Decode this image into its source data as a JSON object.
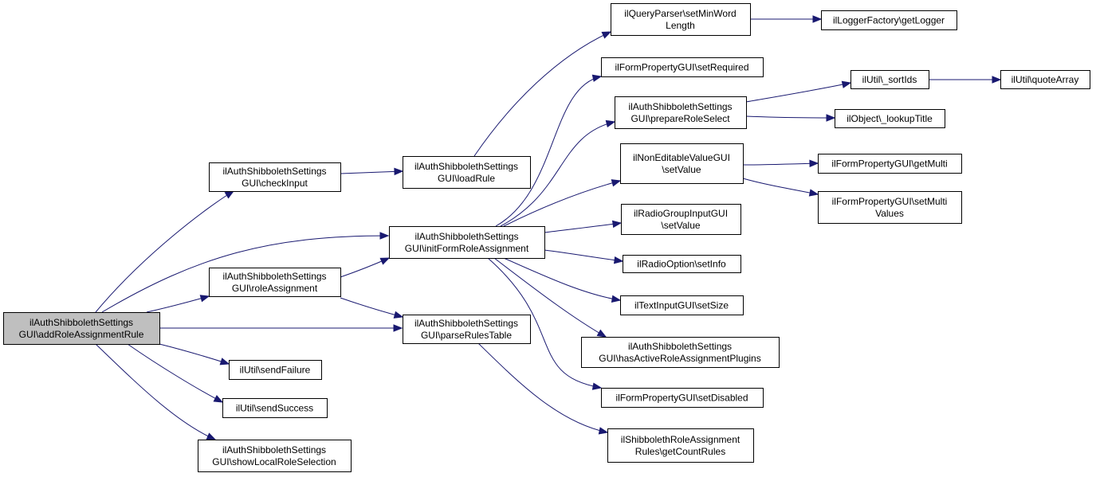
{
  "diagram": {
    "nodes": [
      {
        "id": "root",
        "lines": [
          "ilAuthShibbolethSettings",
          "GUI\\addRoleAssignmentRule"
        ],
        "highlight": true
      },
      {
        "id": "checkInput",
        "lines": [
          "ilAuthShibbolethSettings",
          "GUI\\checkInput"
        ]
      },
      {
        "id": "roleAssignment",
        "lines": [
          "ilAuthShibbolethSettings",
          "GUI\\roleAssignment"
        ]
      },
      {
        "id": "sendFailure",
        "lines": [
          "ilUtil\\sendFailure"
        ]
      },
      {
        "id": "sendSuccess",
        "lines": [
          "ilUtil\\sendSuccess"
        ]
      },
      {
        "id": "showLocalRoleSelection",
        "lines": [
          "ilAuthShibbolethSettings",
          "GUI\\showLocalRoleSelection"
        ]
      },
      {
        "id": "loadRule",
        "lines": [
          "ilAuthShibbolethSettings",
          "GUI\\loadRule"
        ]
      },
      {
        "id": "initFormRoleAssignment",
        "lines": [
          "ilAuthShibbolethSettings",
          "GUI\\initFormRoleAssignment"
        ]
      },
      {
        "id": "parseRulesTable",
        "lines": [
          "ilAuthShibbolethSettings",
          "GUI\\parseRulesTable"
        ]
      },
      {
        "id": "setMinWordLength",
        "lines": [
          "ilQueryParser\\setMinWord",
          "Length"
        ]
      },
      {
        "id": "setRequired",
        "lines": [
          "ilFormPropertyGUI\\setRequired"
        ]
      },
      {
        "id": "prepareRoleSelect",
        "lines": [
          "ilAuthShibbolethSettings",
          "GUI\\prepareRoleSelect"
        ]
      },
      {
        "id": "nevSetValue",
        "lines": [
          "ilNonEditableValueGUI",
          "\\setValue"
        ]
      },
      {
        "id": "rgSetValue",
        "lines": [
          "ilRadioGroupInputGUI",
          "\\setValue"
        ]
      },
      {
        "id": "setInfo",
        "lines": [
          "ilRadioOption\\setInfo"
        ]
      },
      {
        "id": "setSize",
        "lines": [
          "ilTextInputGUI\\setSize"
        ]
      },
      {
        "id": "hasActivePlugins",
        "lines": [
          "ilAuthShibbolethSettings",
          "GUI\\hasActiveRoleAssignmentPlugins"
        ]
      },
      {
        "id": "setDisabled",
        "lines": [
          "ilFormPropertyGUI\\setDisabled"
        ]
      },
      {
        "id": "getCountRules",
        "lines": [
          "ilShibbolethRoleAssignment",
          "Rules\\getCountRules"
        ]
      },
      {
        "id": "getLogger",
        "lines": [
          "ilLoggerFactory\\getLogger"
        ]
      },
      {
        "id": "sortIds",
        "lines": [
          "ilUtil\\_sortIds"
        ]
      },
      {
        "id": "lookupTitle",
        "lines": [
          "ilObject\\_lookupTitle"
        ]
      },
      {
        "id": "getMulti",
        "lines": [
          "ilFormPropertyGUI\\getMulti"
        ]
      },
      {
        "id": "setMultiValues",
        "lines": [
          "ilFormPropertyGUI\\setMulti",
          "Values"
        ]
      },
      {
        "id": "quoteArray",
        "lines": [
          "ilUtil\\quoteArray"
        ]
      }
    ],
    "edges": [
      {
        "from": "root",
        "to": "checkInput"
      },
      {
        "from": "root",
        "to": "initFormRoleAssignment"
      },
      {
        "from": "root",
        "to": "roleAssignment"
      },
      {
        "from": "root",
        "to": "parseRulesTable"
      },
      {
        "from": "root",
        "to": "sendFailure"
      },
      {
        "from": "root",
        "to": "sendSuccess"
      },
      {
        "from": "root",
        "to": "showLocalRoleSelection"
      },
      {
        "from": "checkInput",
        "to": "loadRule"
      },
      {
        "from": "loadRule",
        "to": "setMinWordLength"
      },
      {
        "from": "setMinWordLength",
        "to": "getLogger"
      },
      {
        "from": "roleAssignment",
        "to": "initFormRoleAssignment"
      },
      {
        "from": "roleAssignment",
        "to": "parseRulesTable"
      },
      {
        "from": "initFormRoleAssignment",
        "to": "setRequired"
      },
      {
        "from": "initFormRoleAssignment",
        "to": "prepareRoleSelect"
      },
      {
        "from": "initFormRoleAssignment",
        "to": "nevSetValue"
      },
      {
        "from": "initFormRoleAssignment",
        "to": "rgSetValue"
      },
      {
        "from": "initFormRoleAssignment",
        "to": "setInfo"
      },
      {
        "from": "initFormRoleAssignment",
        "to": "setSize"
      },
      {
        "from": "initFormRoleAssignment",
        "to": "hasActivePlugins"
      },
      {
        "from": "initFormRoleAssignment",
        "to": "setDisabled"
      },
      {
        "from": "parseRulesTable",
        "to": "getCountRules"
      },
      {
        "from": "prepareRoleSelect",
        "to": "sortIds"
      },
      {
        "from": "prepareRoleSelect",
        "to": "lookupTitle"
      },
      {
        "from": "sortIds",
        "to": "quoteArray"
      },
      {
        "from": "nevSetValue",
        "to": "getMulti"
      },
      {
        "from": "nevSetValue",
        "to": "setMultiValues"
      }
    ]
  }
}
